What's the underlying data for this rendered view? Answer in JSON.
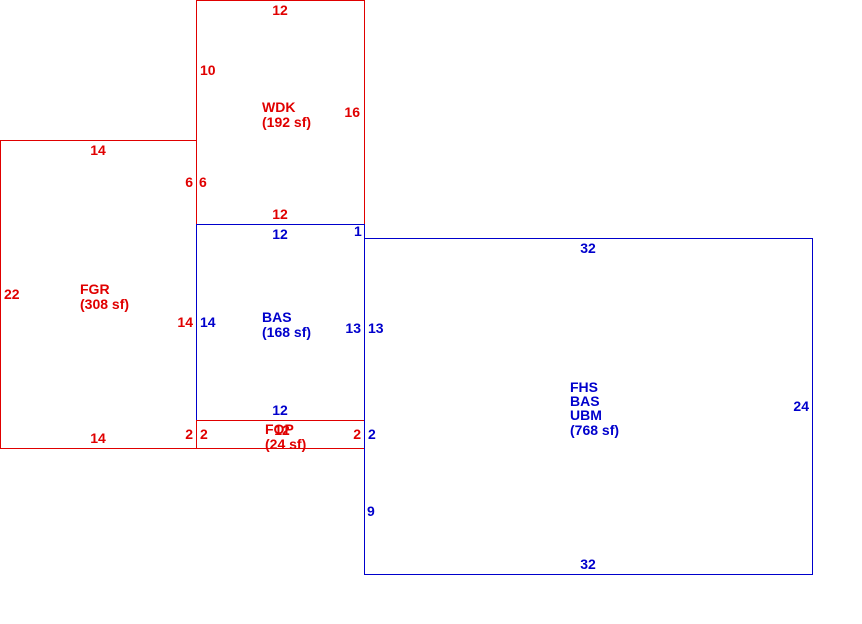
{
  "colors": {
    "red": "#e00000",
    "blue": "#0000cc"
  },
  "areas": {
    "wdk": {
      "lines": [
        "WDK",
        "(192 sf)"
      ],
      "dims": {
        "top": "12",
        "left": "10",
        "right": "16",
        "left_lower": "6",
        "bottom": "12"
      }
    },
    "fgr": {
      "lines": [
        "FGR",
        "(308 sf)"
      ],
      "dims": {
        "top": "14",
        "left": "22",
        "right_upper": "6",
        "right": "14",
        "right_lower": "2",
        "bottom": "14"
      }
    },
    "bas": {
      "lines": [
        "BAS",
        "(168 sf)"
      ],
      "dims": {
        "top": "12",
        "left": "14",
        "right": "13",
        "bottom": "12",
        "corner": "1"
      }
    },
    "fop": {
      "lines": [
        "FOP",
        "(24 sf)"
      ],
      "dims": {
        "top": "12",
        "left": "2",
        "right": "2"
      }
    },
    "fhs": {
      "lines": [
        "FHS",
        "BAS",
        "UBM",
        "(768 sf)"
      ],
      "dims": {
        "top": "32",
        "left": "13",
        "left_mid": "2",
        "left_lower": "9",
        "right": "24",
        "bottom": "32"
      }
    }
  }
}
